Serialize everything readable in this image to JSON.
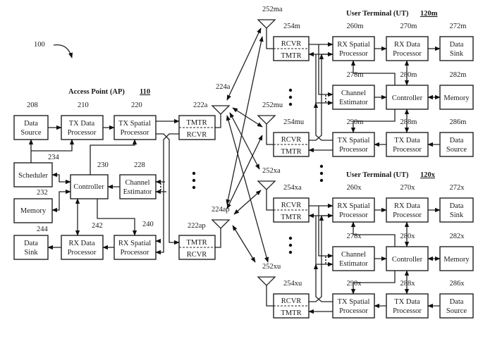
{
  "figure_label": "100",
  "access_point": {
    "title": "Access Point (AP)",
    "ref": "110",
    "blocks": {
      "data_source": {
        "ref": "208",
        "lines": [
          "Data",
          "Source"
        ]
      },
      "tx_data_processor": {
        "ref": "210",
        "lines": [
          "TX Data",
          "Processor"
        ]
      },
      "tx_spatial_processor": {
        "ref": "220",
        "lines": [
          "TX Spatial",
          "Processor"
        ]
      },
      "scheduler": {
        "ref": "234",
        "lines": [
          "Scheduler"
        ]
      },
      "controller": {
        "ref": "230",
        "lines": [
          "Controller"
        ]
      },
      "channel_estimator": {
        "ref": "228",
        "lines": [
          "Channel",
          "Estimator"
        ]
      },
      "memory": {
        "ref": "232",
        "lines": [
          "Memory"
        ]
      },
      "data_sink": {
        "ref": "244",
        "lines": [
          "Data",
          "Sink"
        ]
      },
      "rx_data_processor": {
        "ref": "242",
        "lines": [
          "RX Data",
          "Processor"
        ]
      },
      "rx_spatial_processor": {
        "ref": "240",
        "lines": [
          "RX Spatial",
          "Processor"
        ]
      },
      "transceiver_a": {
        "ref": "222a",
        "top": "TMTR",
        "bottom": "RCVR"
      },
      "transceiver_ap": {
        "ref": "222ap",
        "top": "TMTR",
        "bottom": "RCVR"
      }
    },
    "antennas": [
      "224a",
      "224ap"
    ]
  },
  "user_terminal_m": {
    "title": "User Terminal (UT)",
    "ref": "120m",
    "antennas": [
      "252ma",
      "252mu"
    ],
    "transceivers": [
      {
        "ref": "254m",
        "top": "RCVR",
        "bottom": "TMTR"
      },
      {
        "ref": "254mu",
        "top": "RCVR",
        "bottom": "TMTR"
      }
    ],
    "blocks": {
      "rx_spatial_processor": {
        "ref": "260m",
        "lines": [
          "RX Spatial",
          "Processor"
        ]
      },
      "rx_data_processor": {
        "ref": "270m",
        "lines": [
          "RX Data",
          "Processor"
        ]
      },
      "data_sink": {
        "ref": "272m",
        "lines": [
          "Data",
          "Sink"
        ]
      },
      "channel_estimator": {
        "ref": "278m",
        "lines": [
          "Channel",
          "Estimator"
        ]
      },
      "controller": {
        "ref": "280m",
        "lines": [
          "Controller"
        ]
      },
      "memory": {
        "ref": "282m",
        "lines": [
          "Memory"
        ]
      },
      "tx_spatial_processor": {
        "ref": "290m",
        "lines": [
          "TX Spatial",
          "Processor"
        ]
      },
      "tx_data_processor": {
        "ref": "288m",
        "lines": [
          "TX Data",
          "Processor"
        ]
      },
      "data_source": {
        "ref": "286m",
        "lines": [
          "Data",
          "Source"
        ]
      }
    }
  },
  "user_terminal_x": {
    "title": "User Terminal (UT)",
    "ref": "120x",
    "antennas": [
      "252xa",
      "252xu"
    ],
    "transceivers": [
      {
        "ref": "254xa",
        "top": "RCVR",
        "bottom": "TMTR"
      },
      {
        "ref": "254xu",
        "top": "RCVR",
        "bottom": "TMTR"
      }
    ],
    "blocks": {
      "rx_spatial_processor": {
        "ref": "260x",
        "lines": [
          "RX Spatial",
          "Processor"
        ]
      },
      "rx_data_processor": {
        "ref": "270x",
        "lines": [
          "RX Data",
          "Processor"
        ]
      },
      "data_sink": {
        "ref": "272x",
        "lines": [
          "Data",
          "Sink"
        ]
      },
      "channel_estimator": {
        "ref": "278x",
        "lines": [
          "Channel",
          "Estimator"
        ]
      },
      "controller": {
        "ref": "280x",
        "lines": [
          "Controller"
        ]
      },
      "memory": {
        "ref": "282x",
        "lines": [
          "Memory"
        ]
      },
      "tx_spatial_processor": {
        "ref": "290x",
        "lines": [
          "TX Spatial",
          "Processor"
        ]
      },
      "tx_data_processor": {
        "ref": "288x",
        "lines": [
          "TX Data",
          "Processor"
        ]
      },
      "data_source": {
        "ref": "286x",
        "lines": [
          "Data",
          "Source"
        ]
      }
    }
  },
  "ellipsis": "•"
}
